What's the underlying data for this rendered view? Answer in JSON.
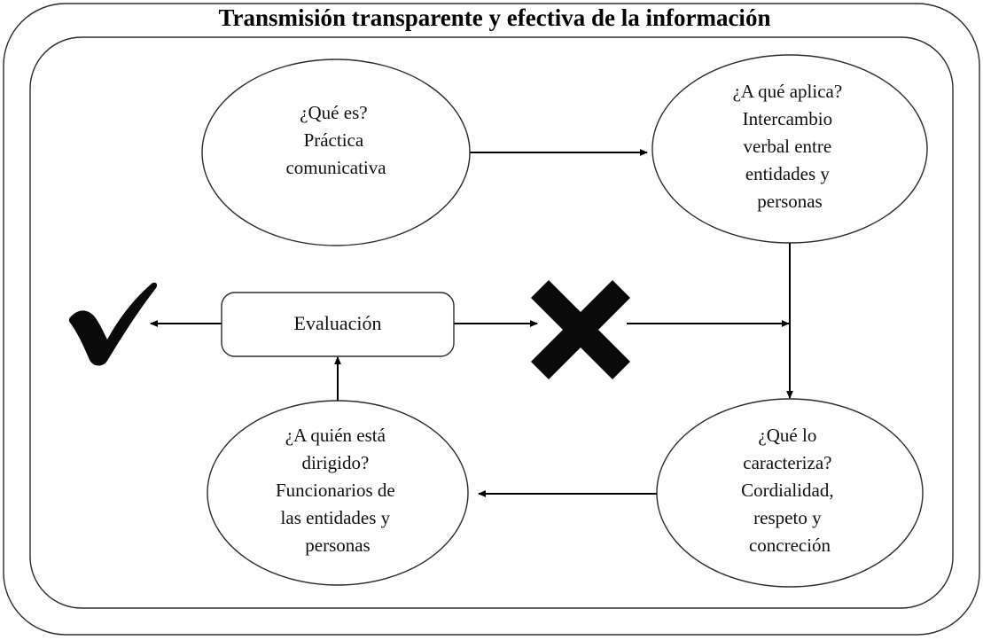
{
  "diagram": {
    "title": "Transmisión transparente y efectiva de la información",
    "frame": {
      "outer_label": "outer-rounded-frame",
      "inner_label": "inner-rounded-frame"
    },
    "colors": {
      "stroke": "#2b2b2b",
      "connector": "#000000",
      "glyph": "#0a0a0a",
      "background": "#ffffff"
    },
    "nodes": [
      {
        "id": "que-es",
        "shape": "ellipse",
        "lines": [
          "¿Qué es?",
          "Práctica",
          "comunicativa"
        ]
      },
      {
        "id": "a-que-aplica",
        "shape": "ellipse",
        "lines": [
          "¿A qué aplica?",
          "Intercambio",
          "verbal entre",
          "entidades y",
          "personas"
        ]
      },
      {
        "id": "que-lo-caracteriza",
        "shape": "ellipse",
        "lines": [
          "¿Qué lo",
          "caracteriza?",
          "Cordialidad,",
          "respeto y",
          "concreción"
        ]
      },
      {
        "id": "a-quien-esta-dirigido",
        "shape": "ellipse",
        "lines": [
          "¿A quién está",
          "dirigido?",
          "Funcionarios de",
          "las entidades y",
          "personas"
        ]
      },
      {
        "id": "evaluacion",
        "shape": "rounded-rect",
        "lines": [
          "Evaluación"
        ]
      }
    ],
    "marks": [
      {
        "id": "check",
        "symbol": "check-mark",
        "meaning": "correcto"
      },
      {
        "id": "cross",
        "symbol": "cross-mark",
        "meaning": "incorrecto"
      }
    ],
    "connectors": [
      {
        "id": "que-es-to-a-que-aplica",
        "from": "que-es",
        "to": "a-que-aplica",
        "direction": "right"
      },
      {
        "id": "a-que-aplica-to-que-lo-caracteriza",
        "from": "a-que-aplica",
        "to": "que-lo-caracteriza",
        "direction": "down"
      },
      {
        "id": "que-lo-caracteriza-to-a-quien",
        "from": "que-lo-caracteriza",
        "to": "a-quien-esta-dirigido",
        "direction": "left"
      },
      {
        "id": "a-quien-to-evaluacion",
        "from": "a-quien-esta-dirigido",
        "to": "evaluacion",
        "direction": "up"
      },
      {
        "id": "evaluacion-to-check",
        "from": "evaluacion",
        "to": "check",
        "direction": "left"
      },
      {
        "id": "evaluacion-to-cross",
        "from": "evaluacion",
        "to": "cross",
        "direction": "right"
      },
      {
        "id": "cross-to-right-edge",
        "from": "cross",
        "to": "a-que-aplica-column",
        "direction": "right"
      }
    ]
  }
}
